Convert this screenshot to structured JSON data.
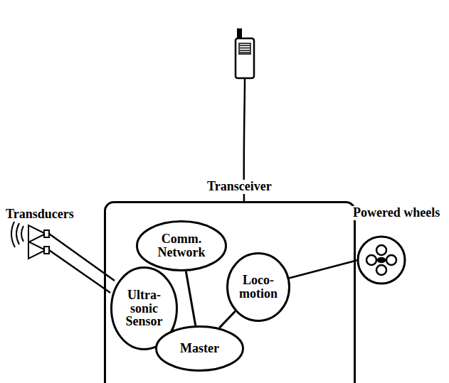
{
  "diagram": {
    "nodes": [
      {
        "text": []
      },
      {
        "text": [
          "Comm. Network"
        ],
        "in": 0
      },
      {
        "text": [
          "Ultra- sonic Sensor"
        ],
        "in": 0
      },
      {
        "text": [
          "Loco- motion"
        ],
        "in": 0
      },
      {
        "text": [
          "Master"
        ],
        "in": 0
      }
    ],
    "edges": [
      {
        "from": 1,
        "to": 4,
        "arrow": "none"
      },
      {
        "from": 2,
        "to": 4,
        "arrow": "none"
      },
      {
        "from": 3,
        "to": 4,
        "arrow": "none"
      }
    ],
    "labels": [
      "Transceiver",
      "Transducers",
      "Powered wheels"
    ]
  }
}
